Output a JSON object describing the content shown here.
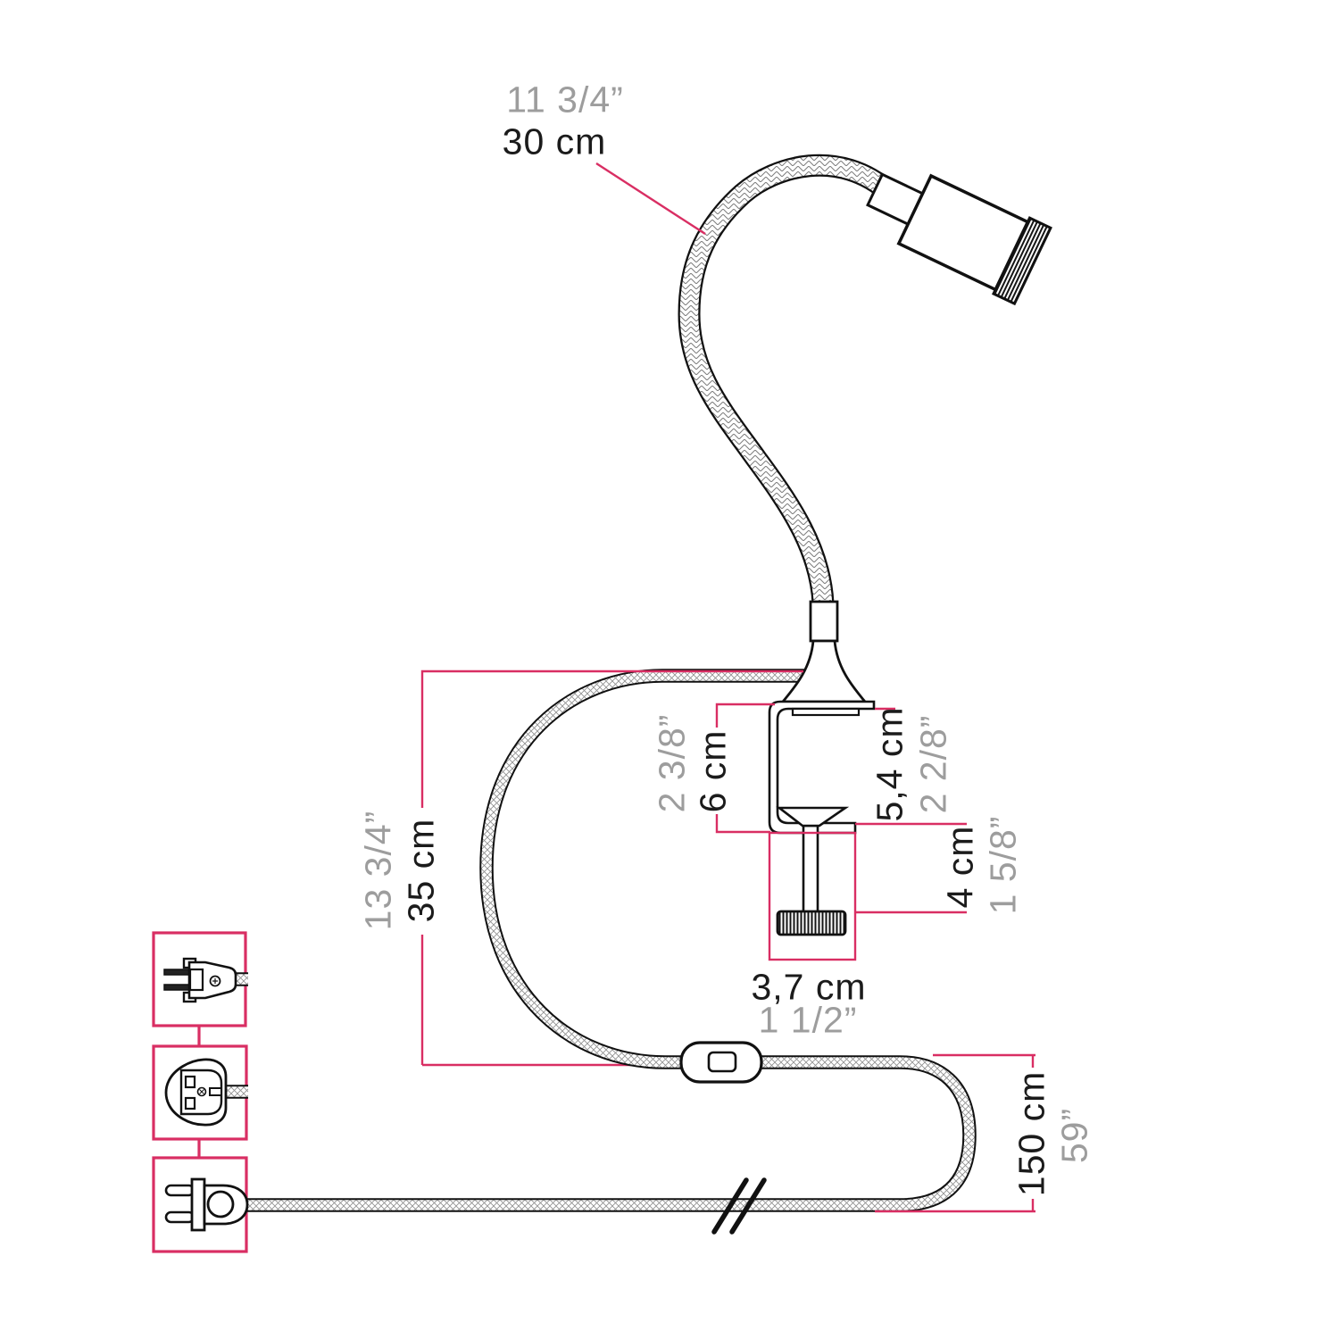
{
  "diagram": {
    "title": "clamp-spotlight-with-flex-arm-dimensions",
    "colors": {
      "dimension_line": "#d92e63",
      "text_black": "#1b1b1b",
      "text_gray": "#9d9d9d",
      "ink": "#111111"
    },
    "dimensions": {
      "flex_arm": {
        "in": "11 3/4”",
        "cm": "30 cm"
      },
      "drop": {
        "in": "13 3/4”",
        "cm": "35 cm"
      },
      "clamp_opening": {
        "in": "2 3/8”",
        "cm": "6 cm"
      },
      "clamp_body": {
        "in": "2 2/8”",
        "cm": "5,4 cm"
      },
      "screw": {
        "in": "1 5/8”",
        "cm": "4 cm"
      },
      "knob": {
        "in": "1 1/2”",
        "cm": "3,7 cm"
      },
      "cord": {
        "in": "59”",
        "cm": "150 cm"
      }
    },
    "icons": {
      "plug_boxes": [
        "us-plug-icon",
        "uk-plug-icon",
        "eu-plug-icon"
      ]
    }
  }
}
